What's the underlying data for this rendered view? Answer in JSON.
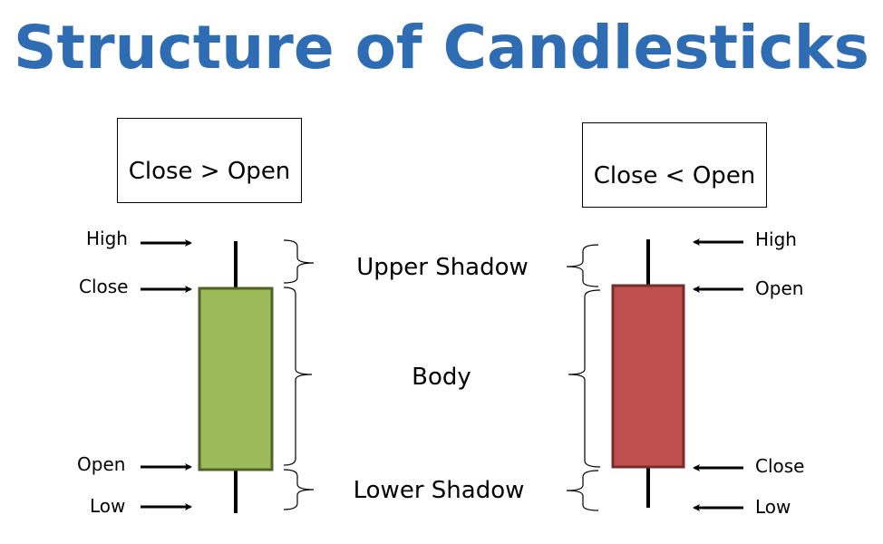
{
  "title": "Structure of Candlesticks",
  "bullish": {
    "header": "Close > Open",
    "labels": {
      "high": "High",
      "close": "Close",
      "open": "Open",
      "low": "Low"
    },
    "body_color": "#9BBB59",
    "border_color": "#4F6228"
  },
  "bearish": {
    "header": "Close < Open",
    "labels": {
      "high": "High",
      "open": "Open",
      "close": "Close",
      "low": "Low"
    },
    "body_color": "#C0504D",
    "border_color": "#772C2A"
  },
  "parts": {
    "upper": "Upper Shadow",
    "body": "Body",
    "lower": "Lower Shadow"
  },
  "title_color": "#2E6DB4"
}
